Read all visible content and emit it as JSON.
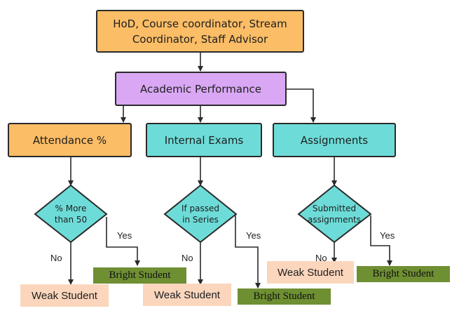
{
  "nodes": {
    "top": "HoD, Course coordinator, Stream\nCoordinator, Staff Advisor",
    "academic": "Academic Performance",
    "attendance": "Attendance %",
    "internal": "Internal Exams",
    "assignments": "Assignments"
  },
  "decisions": {
    "attendance": "% More\nthan 50",
    "internal": "If passed\nin Series",
    "assignments": "Submitted\nassignments"
  },
  "edges": {
    "yes": "Yes",
    "no": "No"
  },
  "outcomes": {
    "weak": "Weak Student",
    "bright": "Bright Student"
  },
  "colors": {
    "orange": "#fbbd66",
    "purple": "#d9a7f4",
    "cyan": "#6ddcd8",
    "weak": "#fbd6bd",
    "bright": "#6f8f33"
  }
}
